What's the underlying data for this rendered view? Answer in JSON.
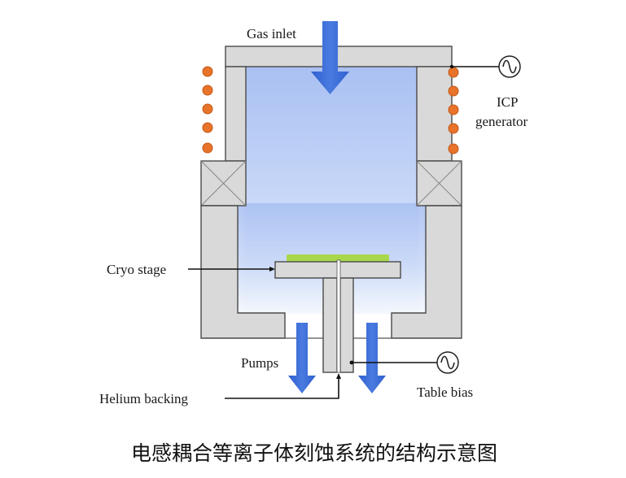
{
  "labels": {
    "gas_inlet": "Gas inlet",
    "icp_line1": "ICP",
    "icp_line2": "generator",
    "cryo_stage": "Cryo stage",
    "pumps": "Pumps",
    "helium_backing": "Helium backing",
    "table_bias": "Table bias"
  },
  "caption": "电感耦合等离子体刻蚀系统的结构示意图",
  "icons": {
    "icp_source": "ac-source-icon",
    "bias_source": "ac-source-icon",
    "gas_arrow": "arrow-down-icon",
    "pump_arrow": "arrow-down-icon",
    "coil": "coil-dot-icon"
  },
  "colors": {
    "plasma_top": "#a9c0f2",
    "plasma_bottom": "#f2f6fd",
    "wall": "#d9d9d9",
    "arrow": "#3f6fd8",
    "coil": "#e8732a",
    "wafer": "#a8d84a"
  },
  "coil_count_per_side": 5
}
